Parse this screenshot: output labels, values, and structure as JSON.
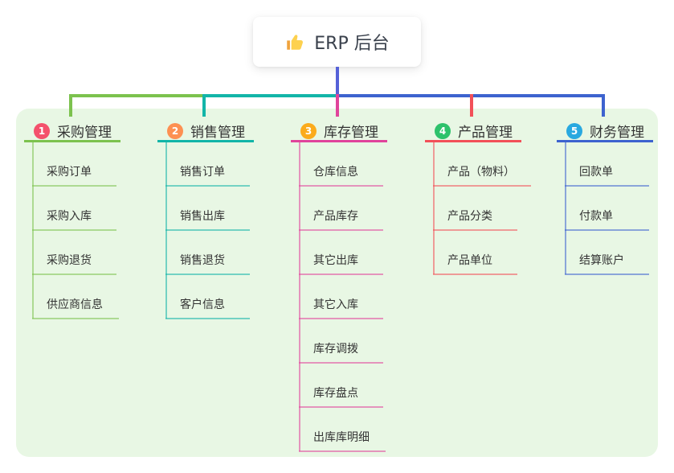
{
  "root": {
    "label": "ERP 后台",
    "icon": "thumbs-up-icon"
  },
  "branches": [
    {
      "index": "1",
      "label": "采购管理",
      "badge_color": "#f4516c",
      "line_color": "#7cc24e",
      "children": [
        "采购订单",
        "采购入库",
        "采购退货",
        "供应商信息"
      ]
    },
    {
      "index": "2",
      "label": "销售管理",
      "badge_color": "#fd9052",
      "line_color": "#12b5a8",
      "children": [
        "销售订单",
        "销售出库",
        "销售退货",
        "客户信息"
      ]
    },
    {
      "index": "3",
      "label": "库存管理",
      "badge_color": "#fbab1c",
      "line_color": "#e0449b",
      "children": [
        "仓库信息",
        "产品库存",
        "其它出库",
        "其它入库",
        "库存调拨",
        "库存盘点",
        "出库库明细"
      ]
    },
    {
      "index": "4",
      "label": "产品管理",
      "badge_color": "#2dc26b",
      "line_color": "#f25058",
      "children": [
        "产品（物料）",
        "产品分类",
        "产品单位"
      ]
    },
    {
      "index": "5",
      "label": "财务管理",
      "badge_color": "#29a9e0",
      "line_color": "#3d63cf",
      "children": [
        "回款单",
        "付款单",
        "结算账户"
      ]
    }
  ],
  "colors": {
    "panel_bg": "#e8f7e4",
    "root_connector": "#5561d8",
    "text": "#333333"
  }
}
